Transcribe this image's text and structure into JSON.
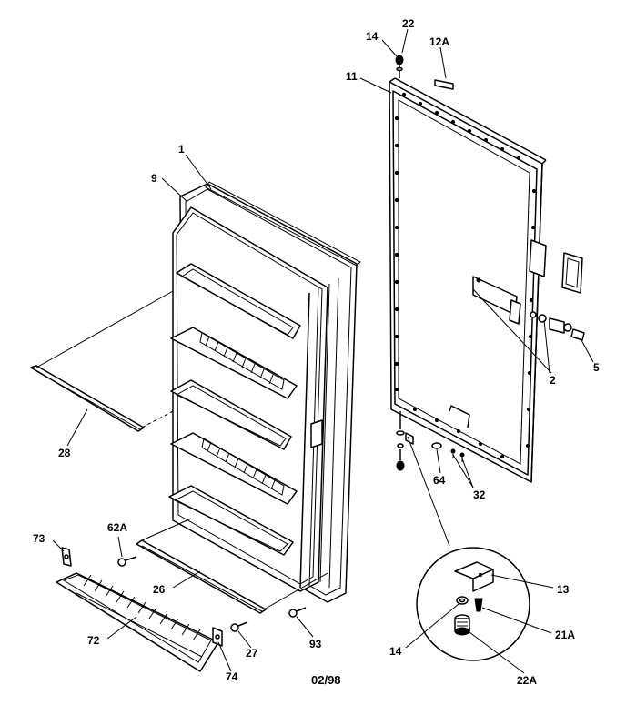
{
  "callouts": {
    "c1": "1",
    "c9": "9",
    "c11": "11",
    "c14_top": "14",
    "c22": "22",
    "c12A": "12A",
    "c2": "2",
    "c5": "5",
    "c28": "28",
    "c64": "64",
    "c32": "32",
    "c62A": "62A",
    "c73": "73",
    "c26": "26",
    "c72": "72",
    "c27": "27",
    "c93": "93",
    "c74": "74",
    "c13": "13",
    "c21A": "21A",
    "c14_bottom": "14",
    "c22A": "22A"
  },
  "footer": {
    "date_code": "02/98"
  }
}
